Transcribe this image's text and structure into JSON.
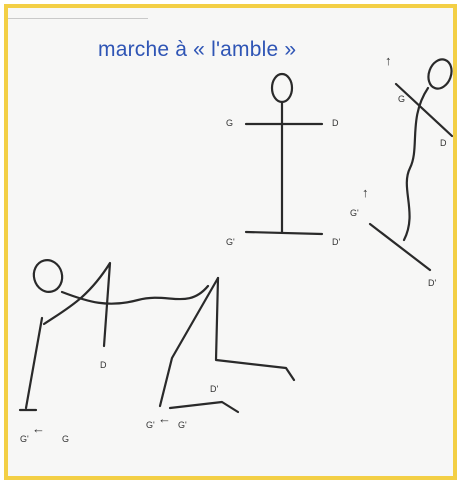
{
  "title": "marche à « l'amble »",
  "labels": {
    "upright_g_top": "G",
    "upright_d_top": "D",
    "upright_g_bottom": "G'",
    "upright_d_bottom": "D'",
    "arched_g_top": "G",
    "arched_d_top": "D",
    "arched_g_bottom": "G'",
    "arched_d_bottom": "D'",
    "crawl_d_front": "D",
    "crawl_d_back": "D'",
    "crawl_g_front": "G'",
    "crawl_g_front2": "G",
    "crawl_g_back": "G'",
    "crawl_g_back2": "G'"
  },
  "arrows": {
    "up": "↑",
    "left": "←"
  },
  "colors": {
    "frame": "#f3cf45",
    "title": "#2f55b5",
    "stroke": "#2a2a2a"
  }
}
